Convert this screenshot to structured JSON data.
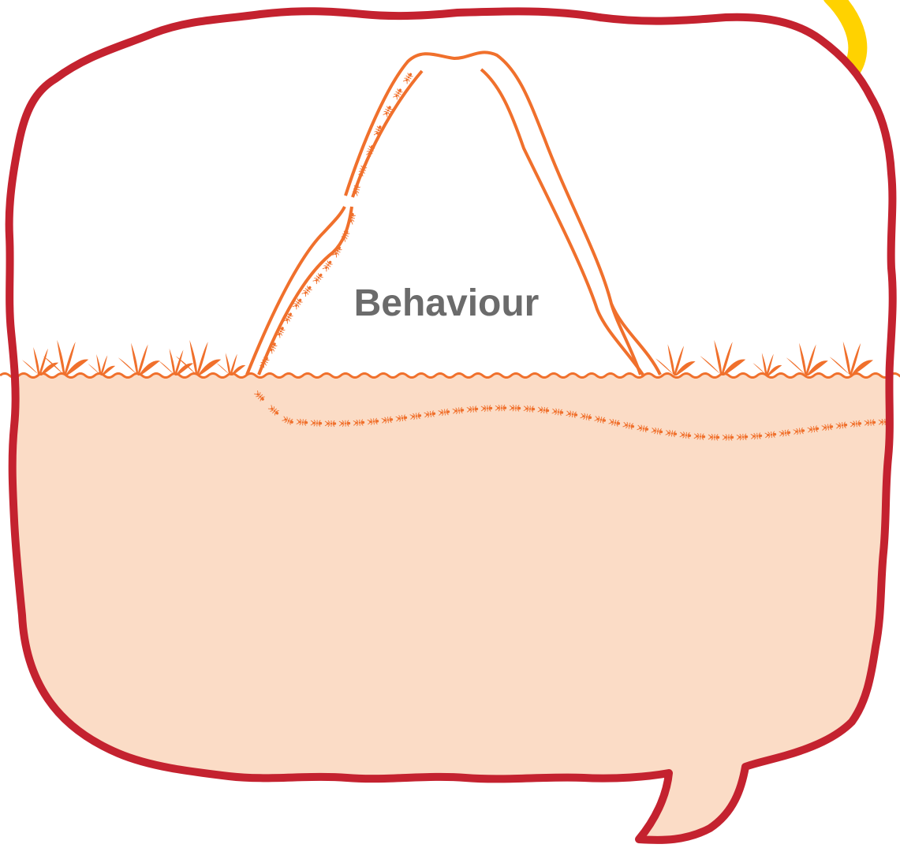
{
  "label": "Behaviour",
  "colors": {
    "bubble_outline": "#c4222f",
    "soil_fill": "#fbdcc6",
    "mound_stroke": "#f0702c",
    "grass": "#f0702c",
    "ants": "#f0702c",
    "label_text": "#6b6b6b",
    "corner_accent": "#ffd200",
    "background": "#ffffff"
  },
  "icons": {
    "bubble": "speech-bubble-shape",
    "mound": "ant-hill-icon",
    "ant": "ant-icon",
    "grass": "grass-tuft-icon",
    "accent": "yellow-curve-shape"
  }
}
